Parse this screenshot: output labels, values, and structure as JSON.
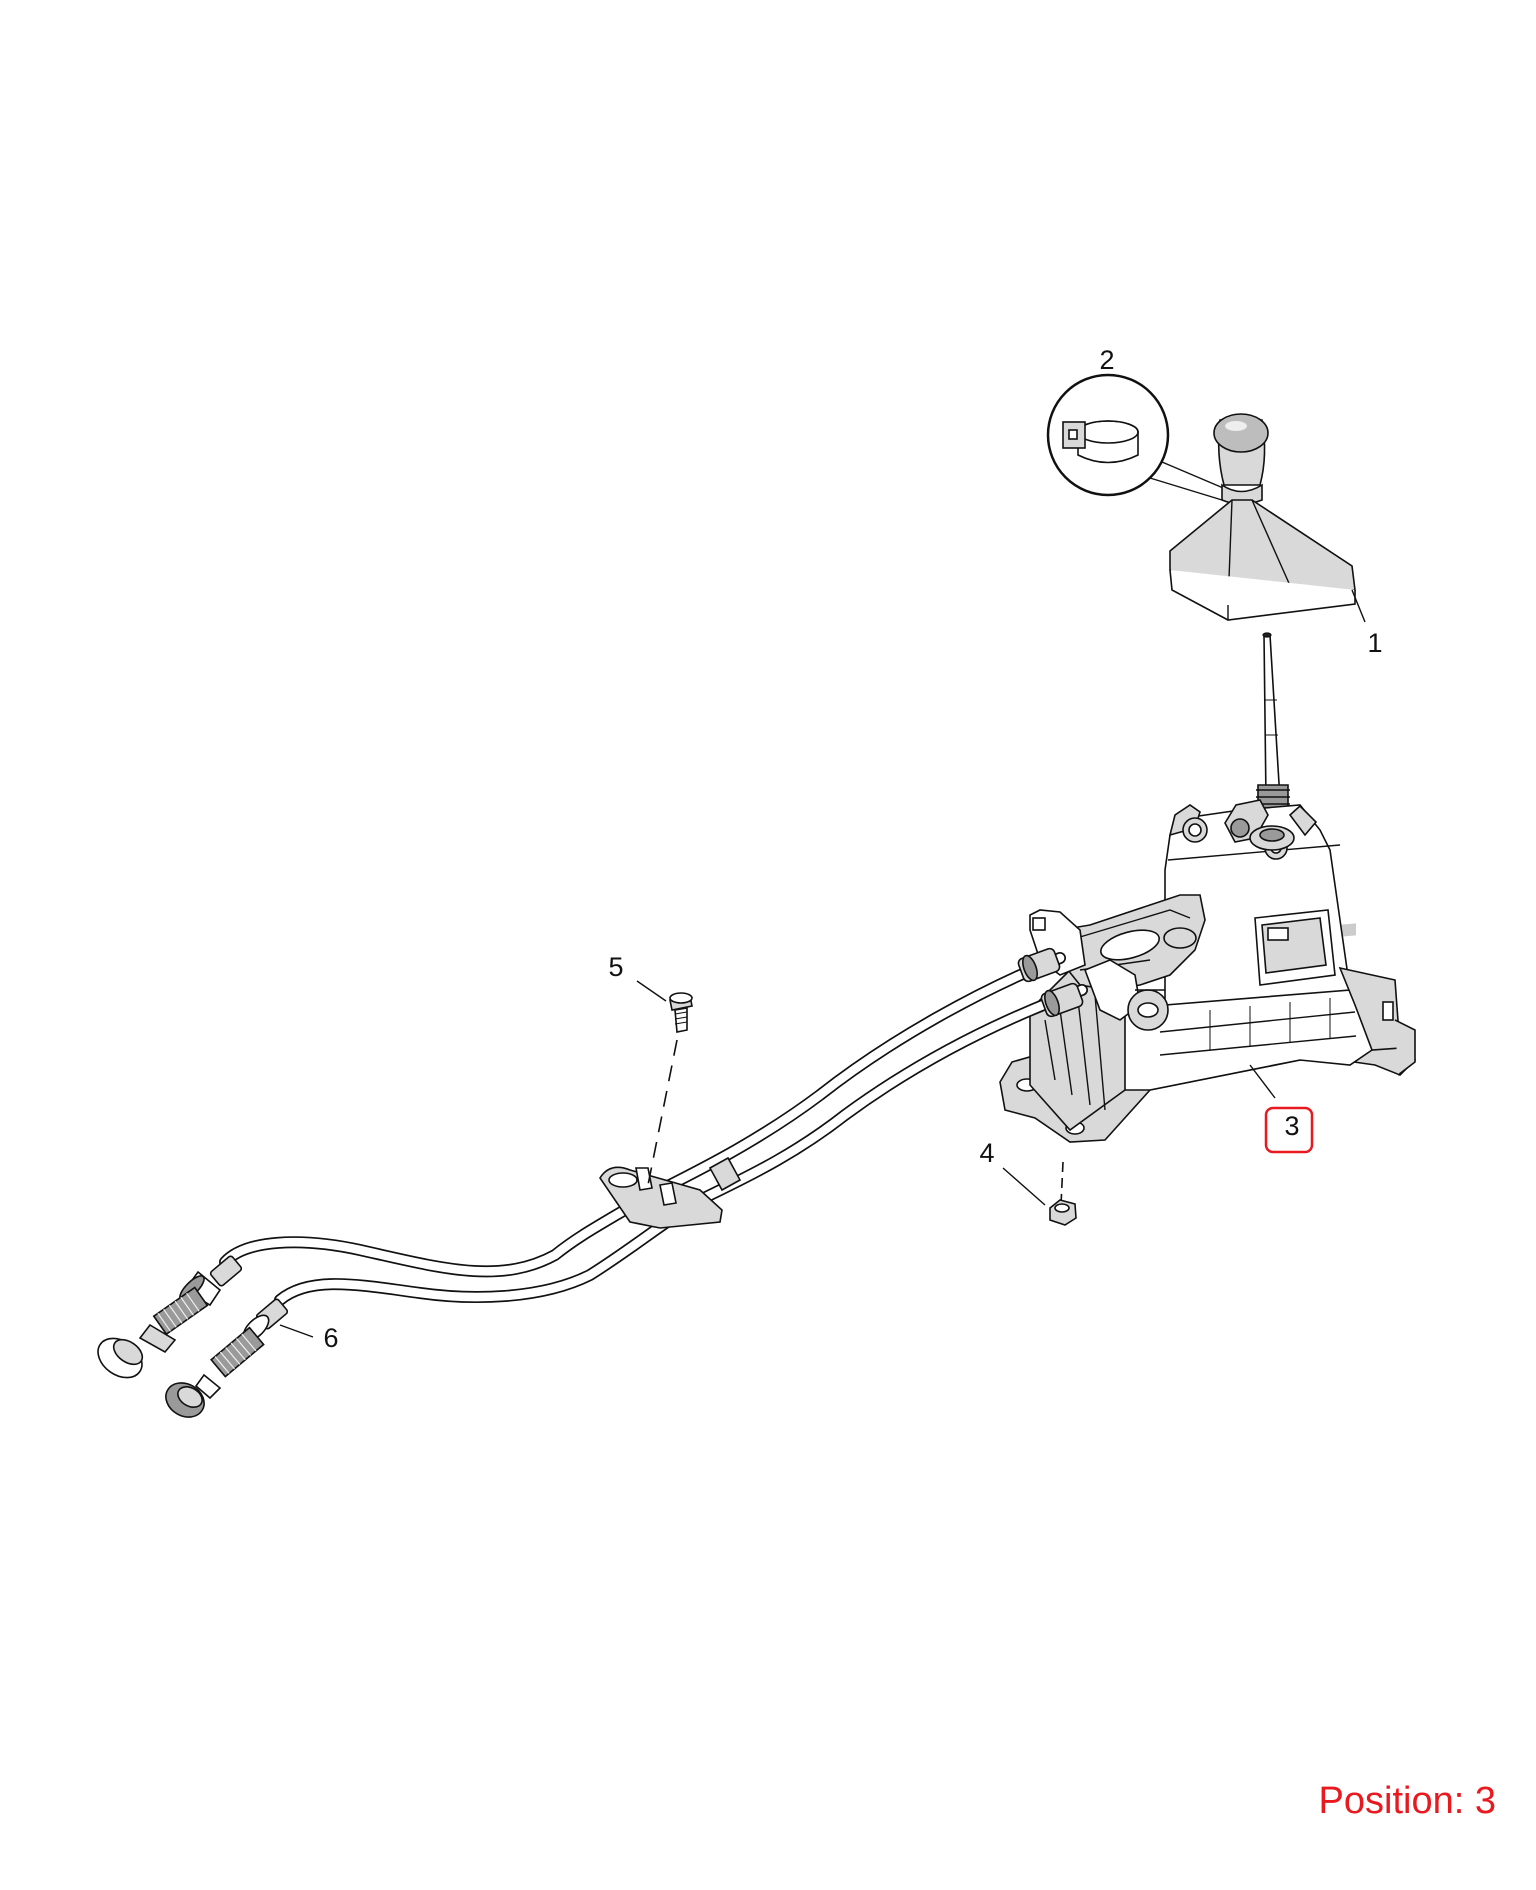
{
  "callouts": [
    {
      "id": "1",
      "label": "1"
    },
    {
      "id": "2",
      "label": "2"
    },
    {
      "id": "3",
      "label": "3"
    },
    {
      "id": "4",
      "label": "4"
    },
    {
      "id": "5",
      "label": "5"
    },
    {
      "id": "6",
      "label": "6"
    }
  ],
  "highlight_color": "#e8191f",
  "position_text": "Position: 3"
}
